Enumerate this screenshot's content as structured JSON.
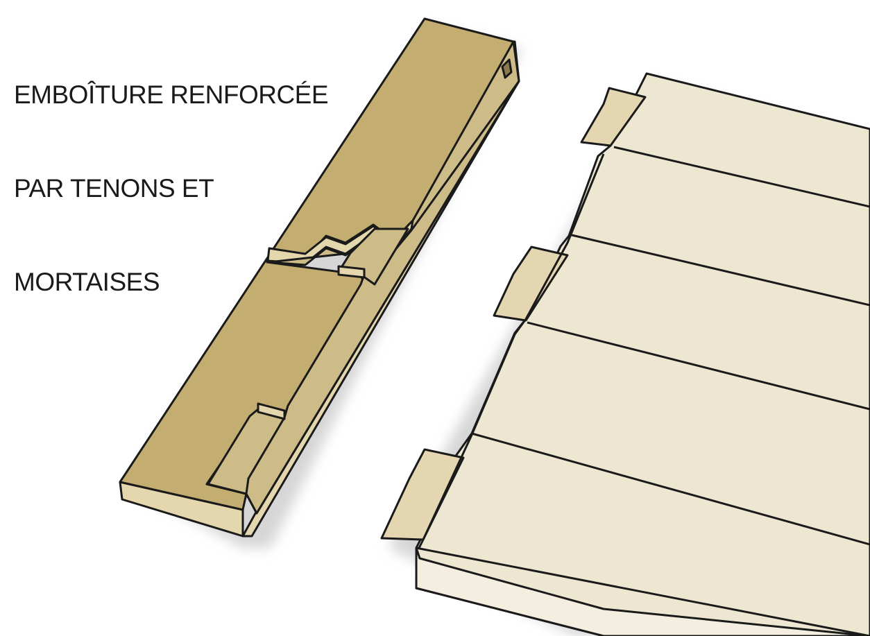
{
  "title_lines": [
    "EMBOÎTURE RENFORCÉE",
    "PAR TENONS ET",
    "MORTAISES"
  ],
  "colors": {
    "breadboard_top": "#c4ad70",
    "breadboard_side": "#cdbb88",
    "breadboard_face": "#e5d7ad",
    "panel_top": "#ede7d2",
    "panel_edge": "#f3eee0",
    "tenon": "#e3d6b0",
    "shadow": "#d6d6d6",
    "outline": "#1a1a1a"
  }
}
